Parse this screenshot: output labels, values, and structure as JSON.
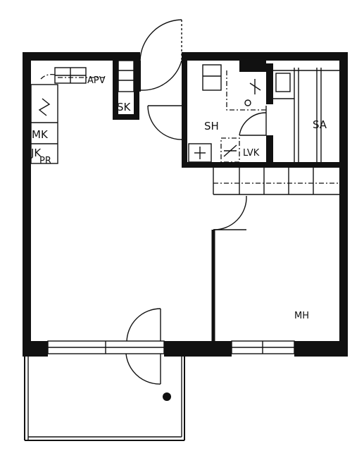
{
  "rooms": {
    "apv": "APV",
    "sk": "SK",
    "mk": "MK",
    "jk": "JK",
    "pr": "PR",
    "sh": "SH",
    "lvk": "LVK",
    "sa": "SA",
    "mh": "MH"
  },
  "colors": {
    "wall": "#111111",
    "background": "#ffffff"
  }
}
